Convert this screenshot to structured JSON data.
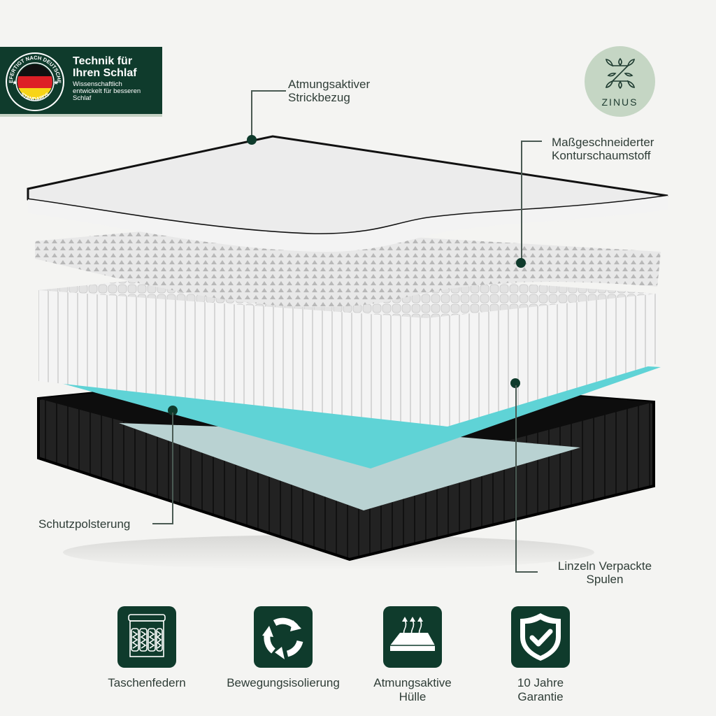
{
  "badge": {
    "seal_top_text": "GEFERTIGT NACH DEUTSCHEN",
    "seal_bottom_text": "STANDARDS",
    "title_line1": "Technik für",
    "title_line2": "Ihren Schlaf",
    "sub_line1": "Wissenschaftlich",
    "sub_line2": "entwickelt für besseren",
    "sub_line3": "Schlaf",
    "bg_color": "#0f3b2c"
  },
  "brand": {
    "name": "ZINUS",
    "circle_color": "#c5d6c4"
  },
  "callouts": [
    {
      "line1": "Atmungsaktiver",
      "line2": "Strickbezug"
    },
    {
      "line1": "Maßgeschneiderter",
      "line2": "Konturschaumstoff"
    },
    {
      "line1": "Schutzpolsterung"
    },
    {
      "line1": "Linzeln Verpackte",
      "line2": "Spulen"
    }
  ],
  "features": [
    {
      "icon": "pocket-spring-icon",
      "line1": "Taschenfedern"
    },
    {
      "icon": "motion-cycle-icon",
      "line1": "Bewegungsisolierung"
    },
    {
      "icon": "breathable-mattress-icon",
      "line1": "Atmungsaktive",
      "line2": "Hülle"
    },
    {
      "icon": "shield-check-icon",
      "line1": "10 Jahre",
      "line2": "Garantie"
    }
  ],
  "colors": {
    "accent_dark_green": "#0f3b2c",
    "background": "#f4f4f2",
    "gel_layer": "#5fd3d6",
    "base_layer": "#1c1c1c"
  }
}
